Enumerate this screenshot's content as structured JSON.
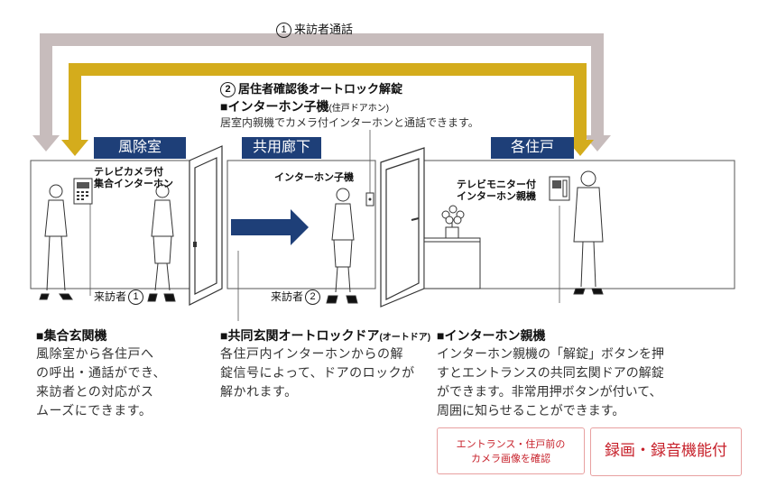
{
  "colors": {
    "route1": "#c7bcbc",
    "route2": "#d4ac1c",
    "navy": "#1e3f78",
    "feature_red": "#c7202a"
  },
  "route1": {
    "num": "1",
    "label": "来訪者通話"
  },
  "route2": {
    "num": "2",
    "label": "居住者確認後オートロック解錠"
  },
  "intercom_handset_desc": {
    "title": "■インターホン子機",
    "title_note": "(住戸ドアホン)",
    "body": "居室内親機でカメラ付インターホンと通話できます。"
  },
  "areas": {
    "vestibule": "風除室",
    "corridor": "共用廊下",
    "unit": "各住戸"
  },
  "device_labels": {
    "tv_camera_intercom": [
      "テレビカメラ付",
      "集合インターホン"
    ],
    "intercom_handset": "インターホン子機",
    "tv_monitor_master": [
      "テレビモニター付",
      "インターホン親機"
    ]
  },
  "visitors": {
    "visitor1": {
      "text": "来訪者",
      "num": "1"
    },
    "visitor2": {
      "text": "来訪者",
      "num": "2"
    }
  },
  "sections": [
    {
      "title": "■集合玄関機",
      "note": "",
      "body": [
        "風除室から各住戸へ",
        "の呼出・通話ができ、",
        "来訪者との対応がス",
        "ムーズにできます。"
      ]
    },
    {
      "title": "■共同玄関オートロックドア",
      "note": "(オートドア)",
      "body": [
        "各住戸内インターホンからの解",
        "錠信号によって、ドアのロックが",
        "解かれます。"
      ]
    },
    {
      "title": "■インターホン親機",
      "note": "",
      "body": [
        "インターホン親機の「解錠」ボタンを押",
        "すとエントランスの共同玄関ドアの解錠",
        "ができます。非常用押ボタンが付いて、",
        "周囲に知らせることができます。"
      ]
    }
  ],
  "features": {
    "camera": [
      "エントランス・住戸前の",
      "カメラ画像を確認"
    ],
    "recording": "録画・録音機能付"
  }
}
